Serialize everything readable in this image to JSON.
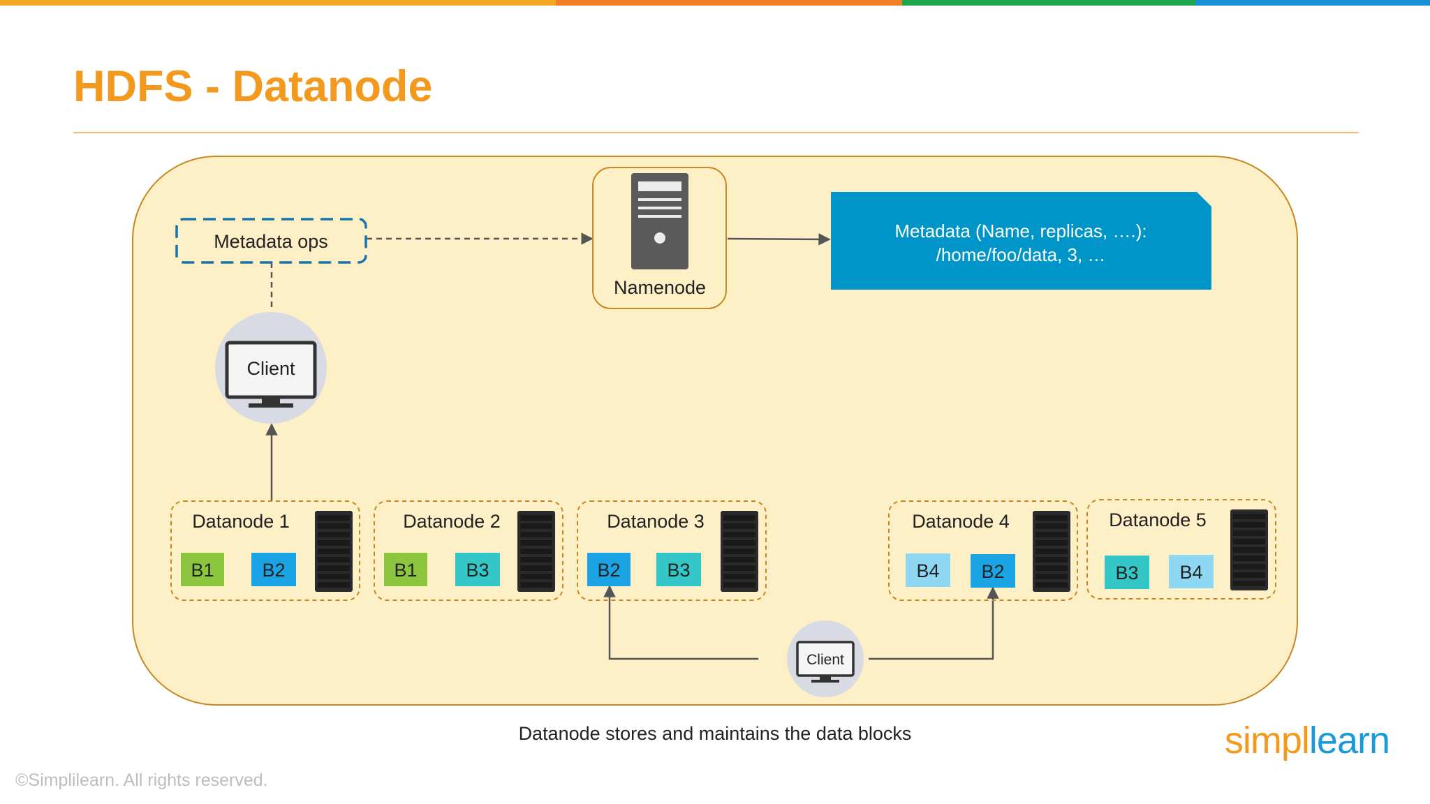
{
  "slide": {
    "title": "HDFS - Datanode",
    "caption": "Datanode stores and maintains the data blocks",
    "copyright": "©Simplilearn. All rights reserved.",
    "logo": {
      "part1": "simpl",
      "part2": "learn"
    }
  },
  "colors": {
    "title": "#f39a1e",
    "panel_fill": "#fdefc6",
    "panel_border": "#c8871f",
    "metadata_box": "#0095c8",
    "green_block": "#8cc63f",
    "blue_block": "#1ba4e4",
    "teal_block": "#33c7c7",
    "light_blue_block": "#8fd8f4",
    "top_bar": [
      "#f5a623",
      "#f07e26",
      "#1fa64a",
      "#1b8fd6"
    ]
  },
  "namenode": {
    "label": "Namenode",
    "icon": "server-tower-icon"
  },
  "metadata_ops": {
    "label": "Metadata ops"
  },
  "metadata_box": {
    "line1": "Metadata (Name, replicas, ….):",
    "line2": "/home/foo/data, 3, …"
  },
  "clients": [
    {
      "label": "Client",
      "icon": "monitor-icon"
    },
    {
      "label": "Client",
      "icon": "monitor-icon"
    }
  ],
  "datanodes": [
    {
      "label": "Datanode 1",
      "blocks": [
        {
          "label": "B1",
          "color": "#8cc63f"
        },
        {
          "label": "B2",
          "color": "#1ba4e4"
        }
      ]
    },
    {
      "label": "Datanode 2",
      "blocks": [
        {
          "label": "B1",
          "color": "#8cc63f"
        },
        {
          "label": "B3",
          "color": "#33c7c7"
        }
      ]
    },
    {
      "label": "Datanode 3",
      "blocks": [
        {
          "label": "B2",
          "color": "#1ba4e4"
        },
        {
          "label": "B3",
          "color": "#33c7c7"
        }
      ]
    },
    {
      "label": "Datanode 4",
      "blocks": [
        {
          "label": "B4",
          "color": "#8fd8f4"
        },
        {
          "label": "B2",
          "color": "#1ba4e4"
        }
      ]
    },
    {
      "label": "Datanode 5",
      "blocks": [
        {
          "label": "B3",
          "color": "#33c7c7"
        },
        {
          "label": "B4",
          "color": "#8fd8f4"
        }
      ]
    }
  ]
}
